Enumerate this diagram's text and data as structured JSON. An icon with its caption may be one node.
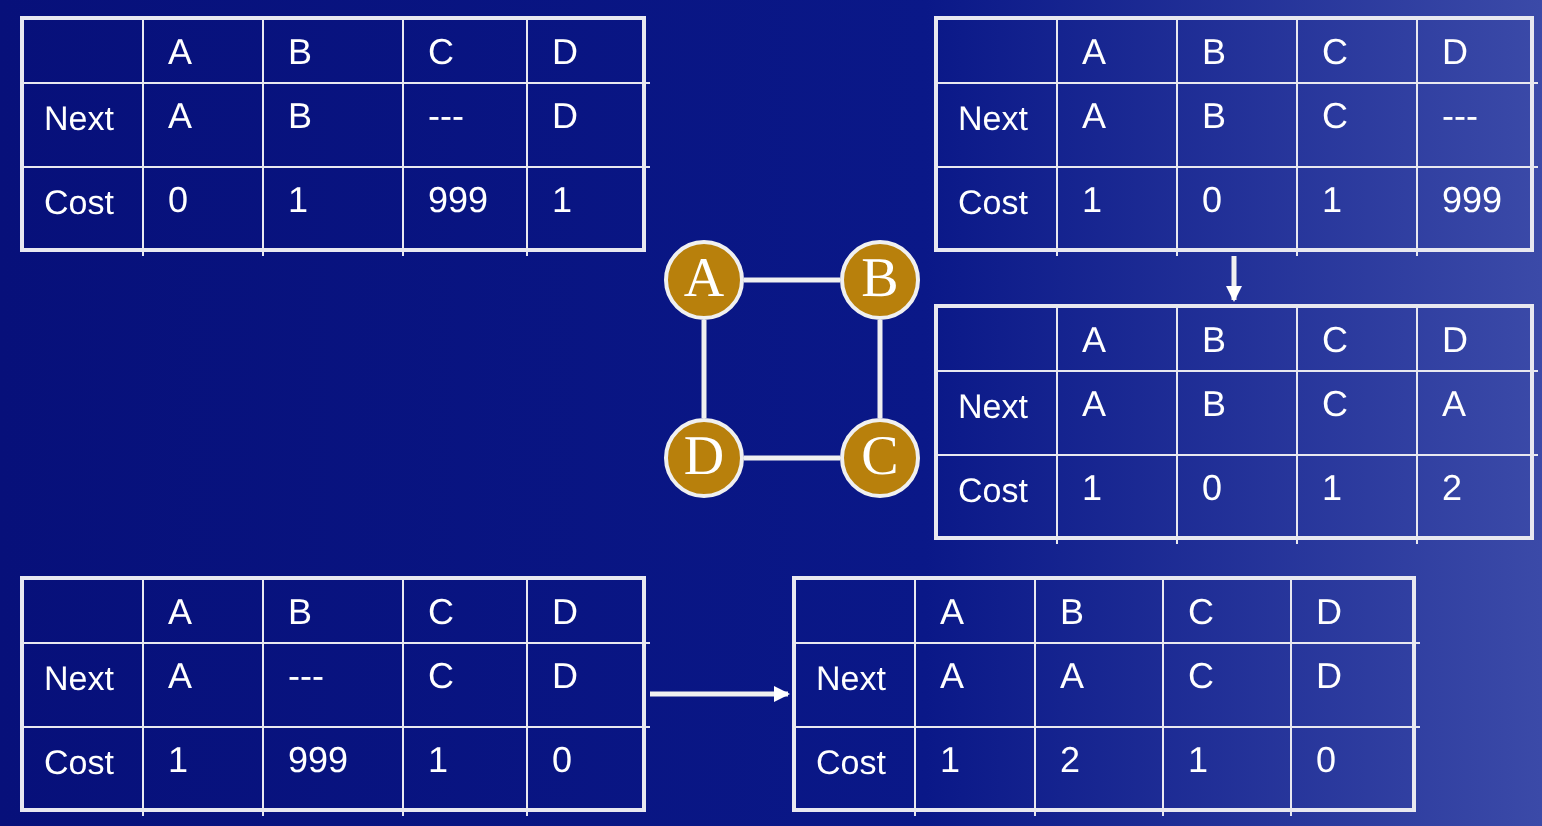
{
  "diagram": {
    "nodes": [
      {
        "text": [
          "A",
          "B",
          "C",
          "D",
          "Next",
          "A",
          "B",
          "---",
          "D",
          "Cost",
          "0",
          "1",
          "999",
          "1"
        ]
      },
      {
        "text": [
          "A",
          "B",
          "C",
          "D",
          "Next",
          "A",
          "B",
          "C",
          "---",
          "Cost",
          "1",
          "0",
          "1",
          "999"
        ]
      },
      {
        "text": [
          "A"
        ]
      },
      {
        "text": [
          "B"
        ]
      },
      {
        "text": [
          "A",
          "B",
          "C",
          "D",
          "Next",
          "A",
          "B",
          "C",
          "A",
          "Cost",
          "1",
          "0",
          "1",
          "2"
        ]
      },
      {
        "text": [
          "D"
        ]
      },
      {
        "text": [
          "C"
        ]
      },
      {
        "text": [
          "A",
          "B",
          "C",
          "D",
          "Next",
          "A",
          "---",
          "C",
          "D",
          "Cost",
          "1",
          "999",
          "1",
          "0"
        ]
      },
      {
        "text": [
          "A",
          "B",
          "C",
          "D",
          "Next",
          "A",
          "A",
          "C",
          "D",
          "Cost",
          "1",
          "2",
          "1",
          "0"
        ]
      }
    ],
    "edges": [
      {
        "from": 2,
        "to": 3,
        "arrow": "none"
      },
      {
        "from": 3,
        "to": 6,
        "arrow": "none"
      },
      {
        "from": 6,
        "to": 5,
        "arrow": "none"
      },
      {
        "from": 5,
        "to": 2,
        "arrow": "none"
      },
      {
        "from": 1,
        "to": 4,
        "arrow": "to"
      },
      {
        "from": 7,
        "to": 8,
        "arrow": "to"
      }
    ]
  }
}
